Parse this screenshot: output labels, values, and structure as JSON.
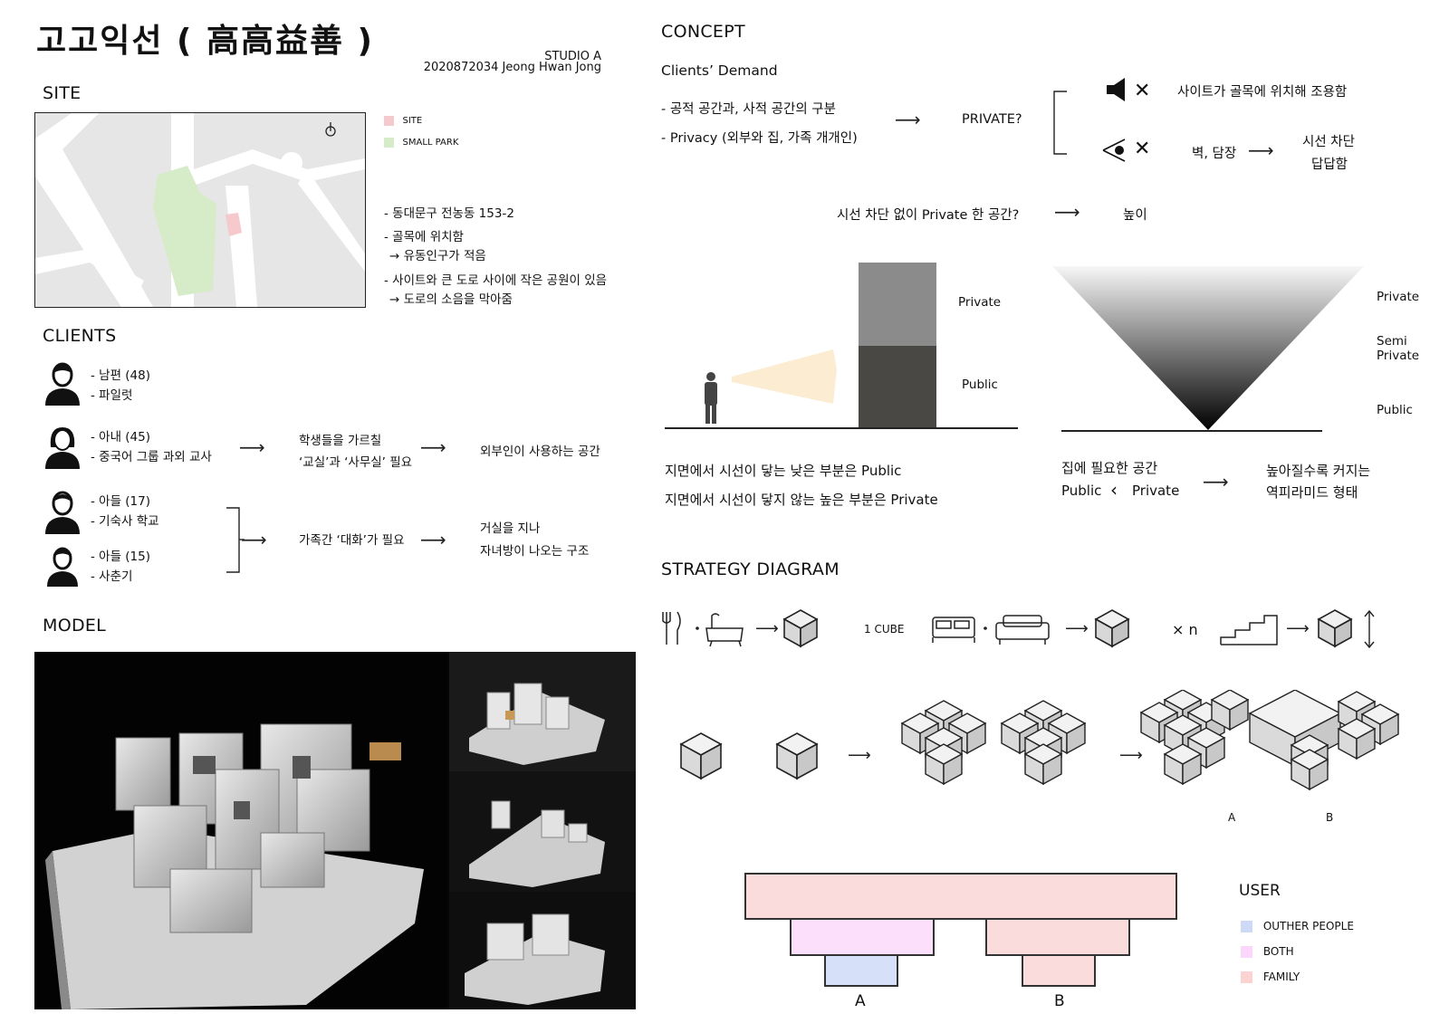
{
  "header": {
    "title": "고고익선 ( 高高益善 )",
    "studio": "STUDIO A",
    "author": "2020872034 Jeong Hwan Jong"
  },
  "site": {
    "heading": "SITE",
    "legend": [
      {
        "label": "SITE",
        "color": "#f6c9cc"
      },
      {
        "label": "SMALL PARK",
        "color": "#d6ebc8"
      }
    ],
    "notes": [
      "- 동대문구 전농동 153-2",
      "- 골목에 위치함",
      "→ 유동인구가 적음",
      "- 사이트와 큰 도로 사이에 작은 공원이 있음",
      "→ 도로의 소음을 막아줌"
    ]
  },
  "clients": {
    "heading": "CLIENTS",
    "members": [
      {
        "line1": "- 남편 (48)",
        "line2": "- 파일럿"
      },
      {
        "line1": "- 아내 (45)",
        "line2": "- 중국어 그룹 과외 교사"
      },
      {
        "line1": "- 아들 (17)",
        "line2": "- 기숙사 학교"
      },
      {
        "line1": "- 아들 (15)",
        "line2": "- 사춘기"
      }
    ],
    "wife_need_1": "학생들을 가르칠",
    "wife_need_2": "‘교실’과 ‘사무실’ 필요",
    "wife_result": "외부인이 사용하는 공간",
    "sons_need": "가족간 ‘대화’가 필요",
    "sons_result_1": "거실을 지나",
    "sons_result_2": "자녀방이 나오는 구조"
  },
  "model": {
    "heading": "MODEL"
  },
  "concept": {
    "heading": "CONCEPT",
    "sub": "Clients’ Demand",
    "demand_1": "- 공적 공간과, 사적 공간의 구분",
    "demand_2": "- Privacy (외부와 집, 가족 개개인)",
    "private_q": "PRIVATE?",
    "noise_text": "사이트가 골목에 위치해 조용함",
    "wall_text": "벽, 담장",
    "block_1": "시선 차단",
    "block_2": "답답함",
    "question": "시선 차단 없이 Private 한 공간?",
    "answer": "높이",
    "tower_private": "Private",
    "tower_public": "Public",
    "tri_private": "Private",
    "tri_semi_1": "Semi",
    "tri_semi_2": "Private",
    "tri_public": "Public",
    "ground_1": "지면에서 시선이 닿는 낮은 부분은 Public",
    "ground_2": "지면에서 시선이 닿지 않는 높은 부분은  Private",
    "need_1": "집에 필요한 공간",
    "need_public": "Public",
    "need_private": "Private",
    "pyramid_1": "높아질수록 커지는",
    "pyramid_2": "역피라미드 형태"
  },
  "strategy": {
    "heading": "STRATEGY DIAGRAM",
    "one_cube": "1 CUBE",
    "times_n": "× n",
    "label_a": "A",
    "label_b": "B"
  },
  "user": {
    "heading": "USER",
    "legend": [
      {
        "label": "OUTHER PEOPLE",
        "color": "#cdd9f7"
      },
      {
        "label": "BOTH",
        "color": "#fbd7fb"
      },
      {
        "label": "FAMILY",
        "color": "#fbd3d3"
      }
    ],
    "label_a": "A",
    "label_b": "B"
  }
}
